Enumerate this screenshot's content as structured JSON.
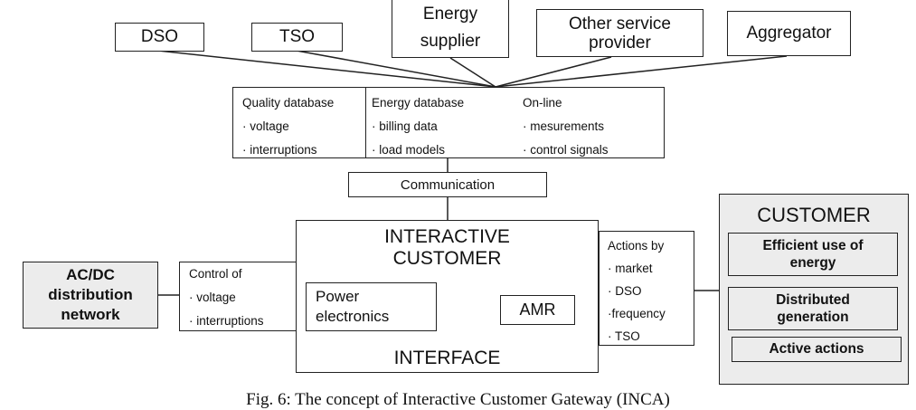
{
  "stakeholders": {
    "dso": "DSO",
    "tso": "TSO",
    "energy_supplier": [
      "Energy",
      "supplier"
    ],
    "other_service_provider": [
      "Other service",
      "provider"
    ],
    "aggregator": "Aggregator"
  },
  "database": {
    "quality": {
      "title": "Quality database",
      "items": [
        "· voltage",
        "· interruptions"
      ]
    },
    "energy": {
      "title": "Energy database",
      "items": [
        "· billing data",
        "· load models"
      ]
    },
    "online": {
      "title": "On-line",
      "items": [
        "· mesurements",
        "· control signals"
      ]
    }
  },
  "communication": "Communication",
  "interface": {
    "title_lines": [
      "INTERACTIVE",
      "CUSTOMER"
    ],
    "bottom_label": "INTERFACE",
    "power_electronics": [
      "Power",
      "electronics"
    ],
    "amr": "AMR"
  },
  "network": [
    "AC/DC",
    "distribution",
    "network"
  ],
  "control": {
    "title": "Control of",
    "items": [
      "· voltage",
      "· interruptions"
    ]
  },
  "actions": {
    "title": "Actions by",
    "items": [
      "· market",
      "· DSO",
      "·frequency",
      "· TSO"
    ]
  },
  "customer": {
    "title": "CUSTOMER",
    "efficient_use": [
      "Efficient use of",
      "energy"
    ],
    "distributed_generation": [
      "Distributed",
      "generation"
    ],
    "active_actions": "Active actions"
  },
  "caption": "Fig. 6: The concept of Interactive Customer Gateway (INCA)"
}
